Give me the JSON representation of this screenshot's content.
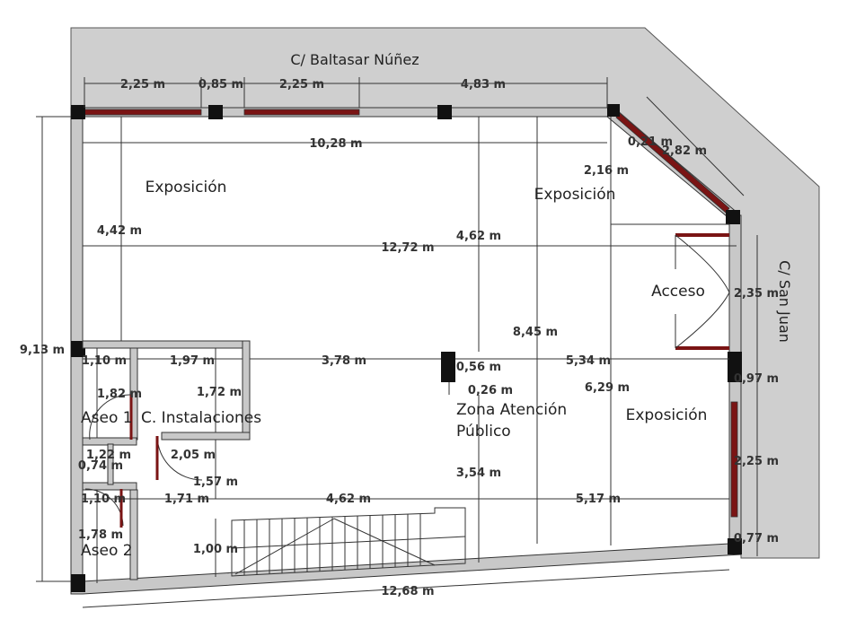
{
  "streets": {
    "top": "C/ Baltasar Núñez",
    "right": "C/ San Juan"
  },
  "rooms": {
    "exposicion_left": "Exposición",
    "exposicion_top_right": "Exposición",
    "exposicion_right": "Exposición",
    "acceso": "Acceso",
    "aseo1": "Aseo 1",
    "c_instalaciones": "C. Instalaciones",
    "zona_atencion_1": "Zona Atención",
    "zona_atencion_2": "Público",
    "aseo2": "Aseo 2"
  },
  "dimensions": {
    "top_2_25_a": "2,25 m",
    "top_0_85": "0,85 m",
    "top_2_25_b": "2,25 m",
    "top_4_83": "4,83 m",
    "d_10_28": "10,28 m",
    "d_0_21": "0,21 m",
    "d_2_82": "2,82 m",
    "d_2_16": "2,16 m",
    "d_4_42": "4,42 m",
    "d_4_62_v": "4,62 m",
    "d_12_72": "12,72 m",
    "d_2_35": "2,35 m",
    "d_9_13": "9,13 m",
    "d_8_45": "8,45 m",
    "d_1_10_a": "1,10 m",
    "d_1_97": "1,97 m",
    "d_3_78": "3,78 m",
    "d_0_56": "0,56 m",
    "d_5_34": "5,34 m",
    "d_0_97": "0,97 m",
    "d_0_26": "0,26 m",
    "d_1_82": "1,82 m",
    "d_1_72": "1,72 m",
    "d_6_29": "6,29 m",
    "d_1_22": "1,22 m",
    "d_2_05": "2,05 m",
    "d_0_74": "0,74 m",
    "d_3_54": "3,54 m",
    "d_2_25_r": "2,25 m",
    "d_1_57": "1,57 m",
    "d_1_10_b": "1,10 m",
    "d_1_71": "1,71 m",
    "d_4_62_h": "4,62 m",
    "d_5_17": "5,17 m",
    "d_1_78": "1,78 m",
    "d_1_00": "1,00 m",
    "d_0_77": "0,77 m",
    "d_12_68": "12,68 m"
  }
}
